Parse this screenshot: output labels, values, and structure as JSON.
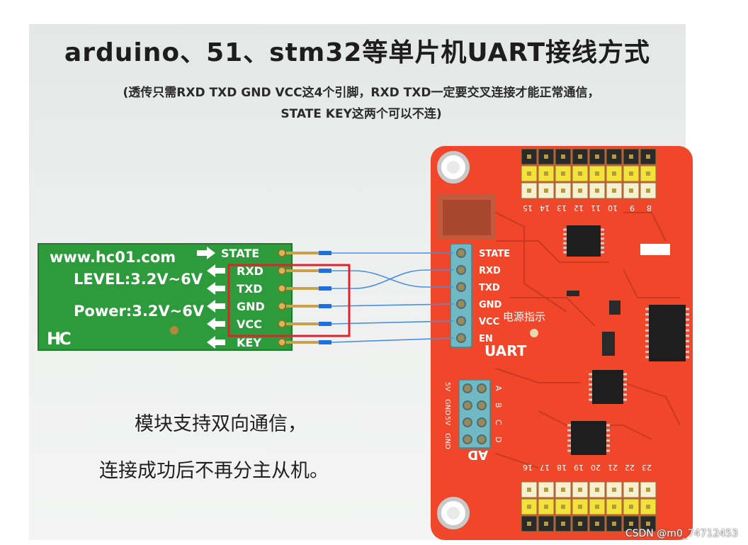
{
  "title": "arduino、51、stm32等单片机UART接线方式",
  "subtitle": "(透传只需RXD TXD GND VCC这4个引脚，RXD TXD一定要交叉连接才能正常通信，STATE KEY这两个可以不连)",
  "bt_module": {
    "website": "www.hc01.com",
    "level": "LEVEL:3.2V~6V",
    "power": "Power:3.2V~6V",
    "logo": "HC",
    "pins": [
      "STATE",
      "RXD",
      "TXD",
      "GND",
      "VCC",
      "KEY"
    ]
  },
  "board": {
    "pins": [
      "STATE",
      "RXD",
      "TXD",
      "GND",
      "VCC",
      "EN"
    ],
    "uart_label": "UART",
    "power_indicator": "电源指示",
    "ad_label": "AD",
    "header_numbers_top": [
      "15",
      "14",
      "13",
      "12",
      "11",
      "10",
      "9",
      "8"
    ],
    "header_numbers_bottom": [
      "16",
      "17",
      "18",
      "19",
      "20",
      "21",
      "22",
      "23"
    ],
    "ad_pins": [
      "5V",
      "GND",
      "5V",
      "GND"
    ],
    "ad_letters": [
      "A",
      "B",
      "C",
      "D"
    ]
  },
  "captions": [
    "模块支持双向通信，",
    "连接成功后不再分主从机。"
  ],
  "watermark": "CSDN @m0_74712453",
  "colors": {
    "pcb_green": "#2d9b3b",
    "pcb_red": "#f0462a",
    "wire": "#4a8fe0",
    "highlight": "#e0222c"
  }
}
